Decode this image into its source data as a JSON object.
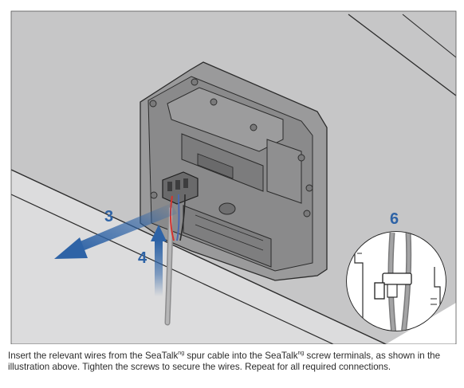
{
  "labels": {
    "step3": "3",
    "step4": "4",
    "step6": "6"
  },
  "caption": {
    "part1": "Insert the relevant wires from the SeaTalk",
    "sup1": "ng",
    "part2": " spur cable into the SeaTalk",
    "sup2": "ng",
    "part3": " screw terminals, as shown in the illustration above. Tighten the screws to secure the wires. Repeat for all required connections."
  },
  "colors": {
    "wall": "#c9c9ca",
    "wall_light": "#e3e3e4",
    "device": "#8d8d8e",
    "device_dark": "#6e6e70",
    "arrow": "#2e63a6",
    "wire_red": "#d6332e",
    "wire_blue": "#4a68b0",
    "label": "#2e63a6"
  }
}
